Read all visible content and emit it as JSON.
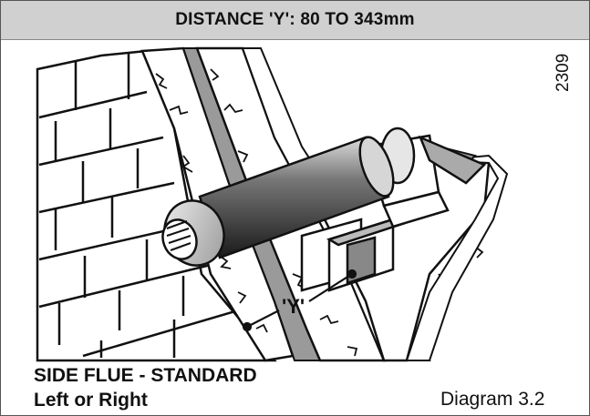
{
  "header": {
    "title": "DISTANCE 'Y': 80 TO 343mm"
  },
  "drawing": {
    "code": "2309",
    "dimension_label": "'Y'"
  },
  "caption": {
    "title": "SIDE FLUE - STANDARD",
    "subtitle": "Left or Right"
  },
  "footer": {
    "diagram_ref": "Diagram 3.2"
  },
  "colors": {
    "header_bg": "#d0d0d0",
    "wall_shading": "#9a9a9a",
    "line": "#111111"
  }
}
